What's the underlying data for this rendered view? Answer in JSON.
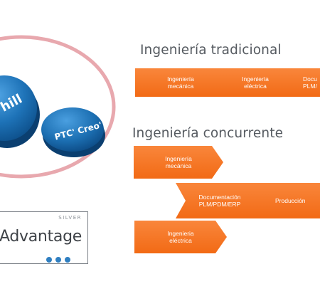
{
  "logos": {
    "left_oval_text": "hill",
    "right_oval_text": "PTC' Creo'",
    "badge": {
      "tier": "SILVER",
      "word": "Advantage"
    }
  },
  "traditional": {
    "title": "Ingeniería tradicional",
    "steps": [
      {
        "line1": "Ingeniería",
        "line2": "mecánica"
      },
      {
        "line1": "Ingeniería",
        "line2": "eléctrica"
      },
      {
        "line1": "Docu",
        "line2": "PLM/"
      }
    ]
  },
  "concurrent": {
    "title": "Ingeniería concurrente",
    "row1": {
      "line1": "Ingeniería",
      "line2": "mecánica"
    },
    "row2": [
      {
        "line1": "Documentación",
        "line2": "PLM/PDM/ERP"
      },
      {
        "line1": "Producción",
        "line2": ""
      }
    ],
    "row3": {
      "line1": "Ingenieria",
      "line2": "eléctrica"
    }
  },
  "colors": {
    "arrow_orange": "#f47521",
    "oval_blue": "#1e73b8",
    "ring_pink": "#e8a8ae",
    "heading_gray": "#555a60"
  }
}
